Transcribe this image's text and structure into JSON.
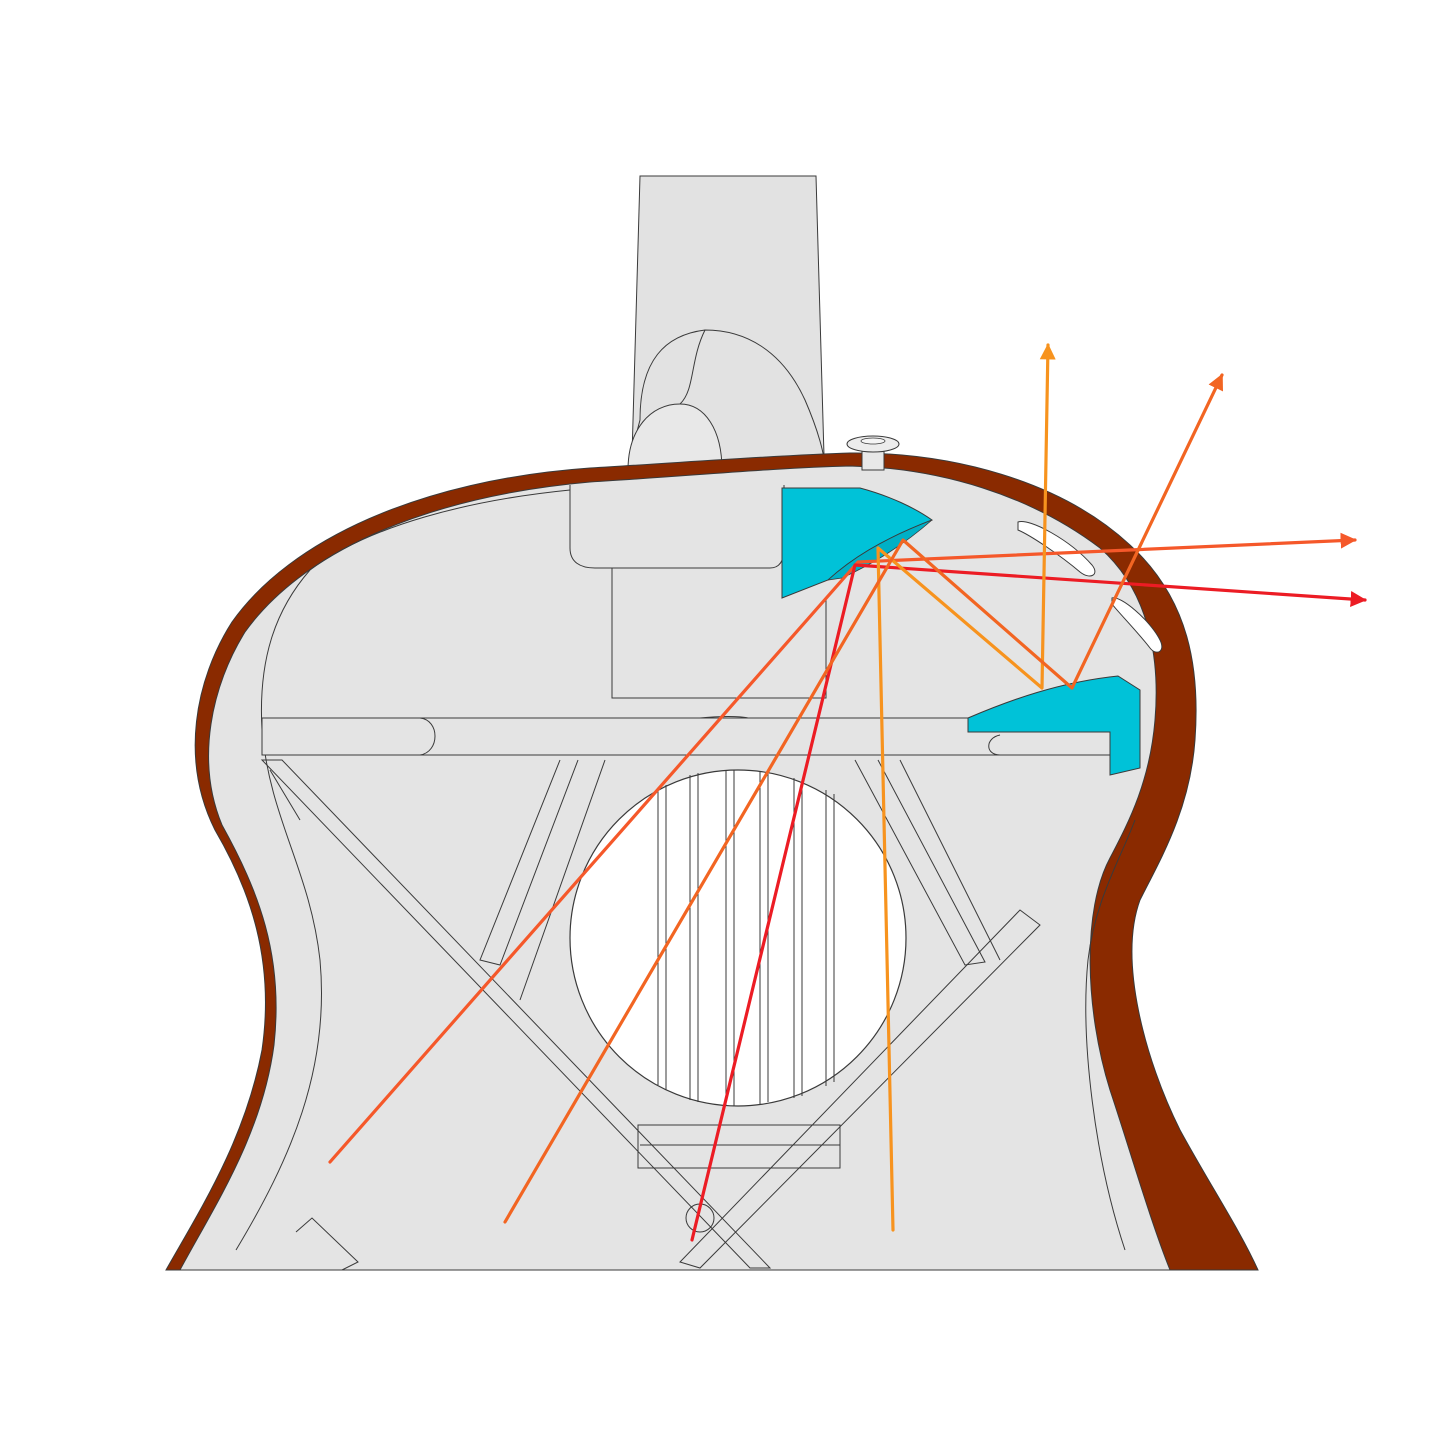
{
  "diagram": {
    "subject": "guitar-body-cutaway-with-sound-ports",
    "colors": {
      "background": "#ffffff",
      "interior": "#e4e4e4",
      "neck": "#e2e2e2",
      "wood_rim": "#8a2a00",
      "deflector": "#00c2d8",
      "soundhole": "#ffffff",
      "line": "#3a3a3a"
    },
    "rays": [
      {
        "id": "ray-a",
        "color": "#f5582a",
        "kind": "reflected",
        "arrow": true
      },
      {
        "id": "ray-b",
        "color": "#ec1c24",
        "kind": "reflected",
        "arrow": true
      },
      {
        "id": "ray-c",
        "color": "#f7931e",
        "kind": "reflected",
        "arrow": true
      },
      {
        "id": "ray-d",
        "color": "#f26522",
        "kind": "reflected",
        "arrow": true
      }
    ],
    "icons": {
      "strap_button": "strap-button-icon",
      "soundhole": "soundhole-icon"
    }
  }
}
